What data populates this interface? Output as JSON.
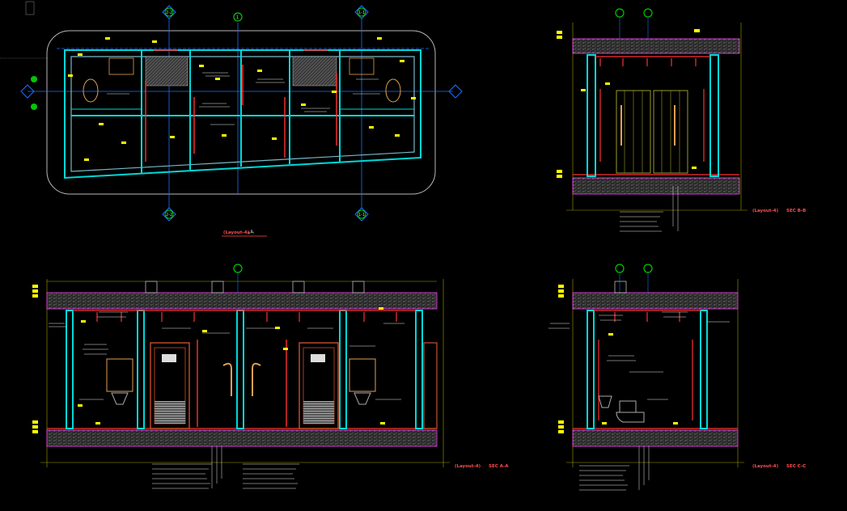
{
  "drawings": {
    "plan": {
      "title": "(Layout-4)",
      "subtitle": "پلان"
    },
    "section_bb": {
      "title": "(Layout-4)",
      "scale": "SEC B-B"
    },
    "section_aa": {
      "title": "(Layout-4)",
      "scale": "SEC A-A"
    },
    "section_cc": {
      "title": "(Layout-4)",
      "scale": "SEC C-C"
    }
  },
  "grid_markers": {
    "top_left": "2-2",
    "bottom_left": "2-2",
    "top_center": "1",
    "top_right": "1-1",
    "bottom_right": "1-1"
  },
  "colors": {
    "background": "#000000",
    "structure": "#00d8d8",
    "walls": "#7ab8c8",
    "red_lines": "#ff3030",
    "tags": "#ffff00",
    "bubbles": "#00c800",
    "grid": "#1e6fff",
    "magenta": "#ff40ff",
    "slab": "#8a8a8a",
    "doors": "#c8502a",
    "dims": "#a0a000"
  }
}
